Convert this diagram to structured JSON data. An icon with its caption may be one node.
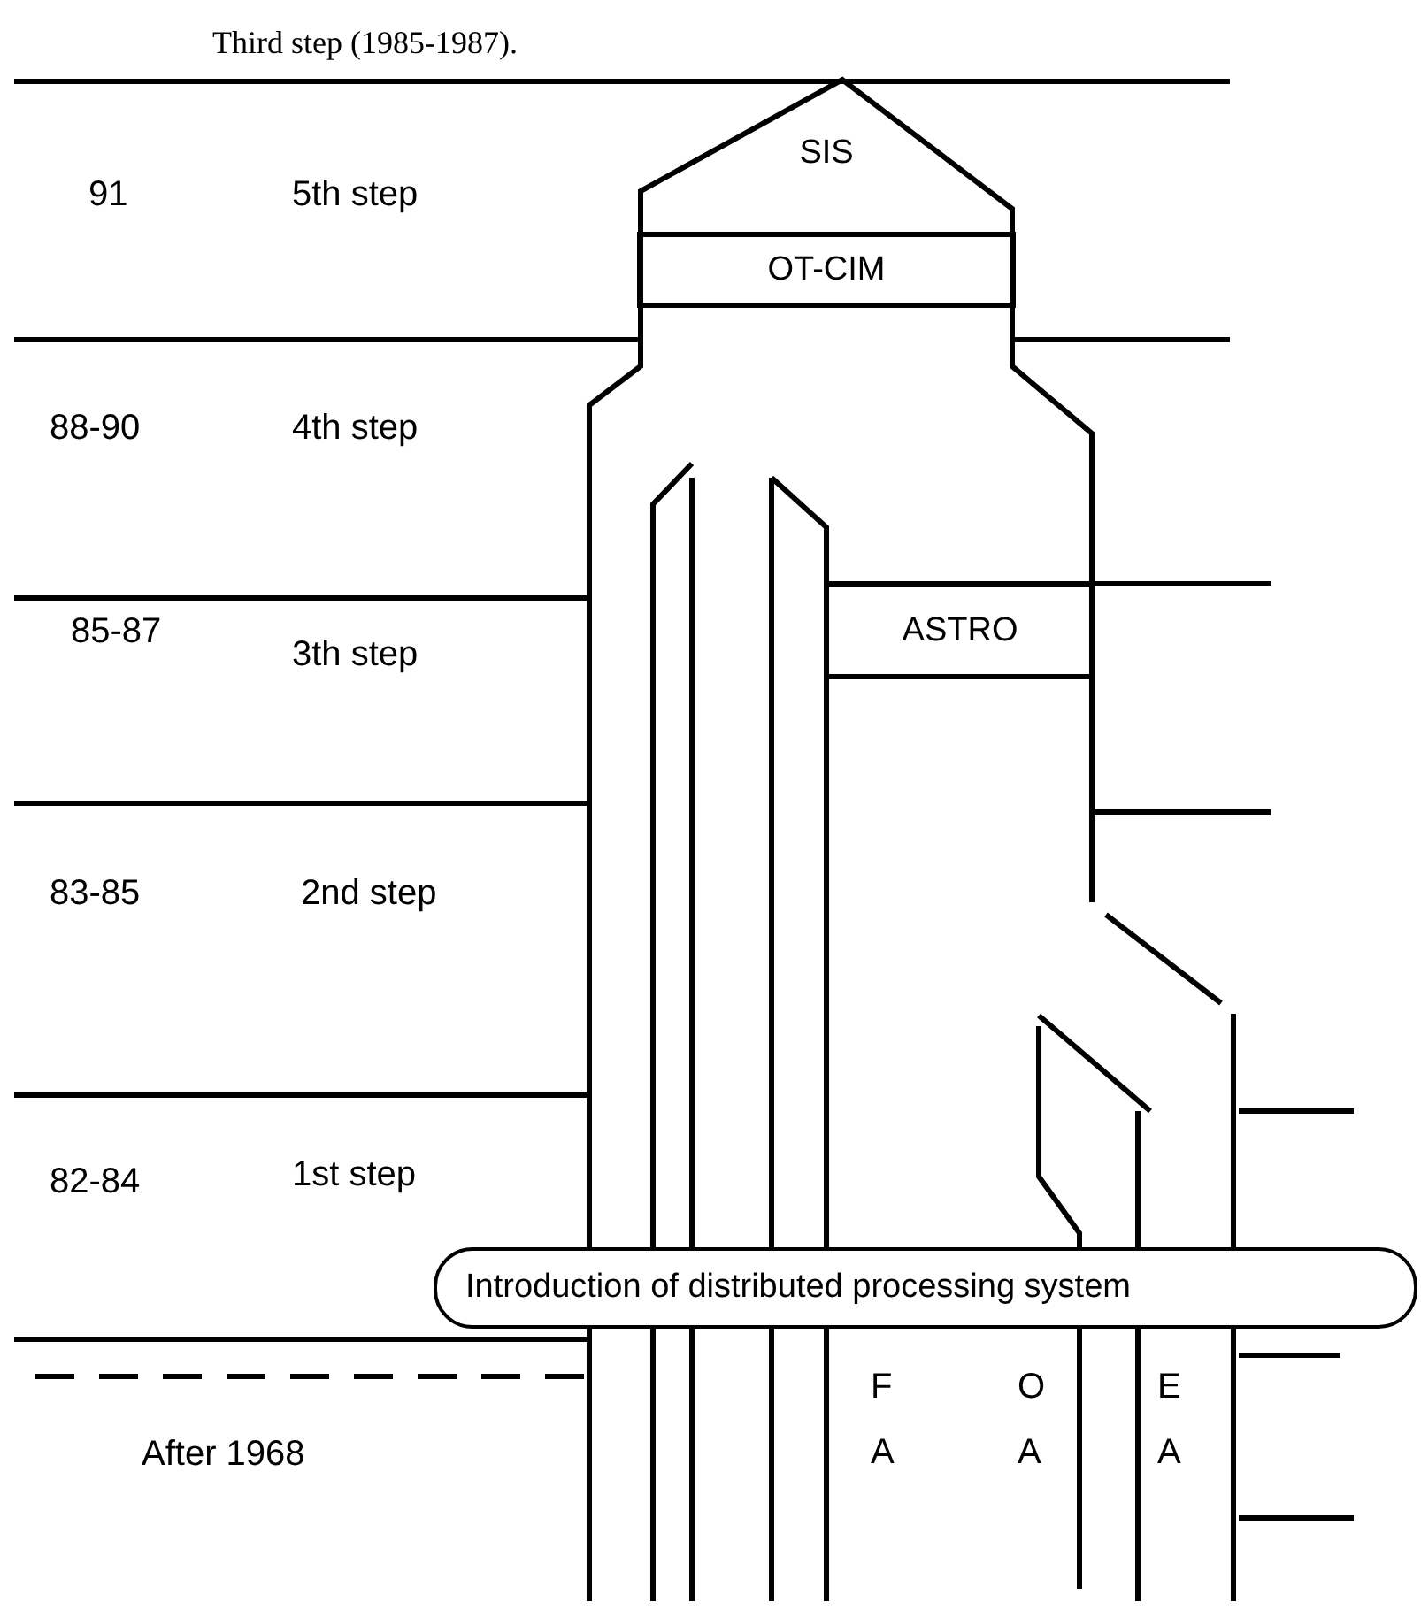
{
  "diagram": {
    "title": "Third step (1985-1987).",
    "nodes": [
      {
        "text": [
          "SIS"
        ]
      },
      {
        "text": [
          "OT-CIM"
        ]
      },
      {
        "text": [
          "ASTRO"
        ]
      },
      {
        "text": [
          "Introduction of distributed processing system"
        ]
      }
    ],
    "labels": [
      "91",
      "5th step",
      "88-90",
      "4th step",
      "85-87",
      "3th step",
      "83-85",
      "2nd step",
      "82-84",
      "1st step",
      "After 1968",
      "F A",
      "O A",
      "E A"
    ]
  }
}
